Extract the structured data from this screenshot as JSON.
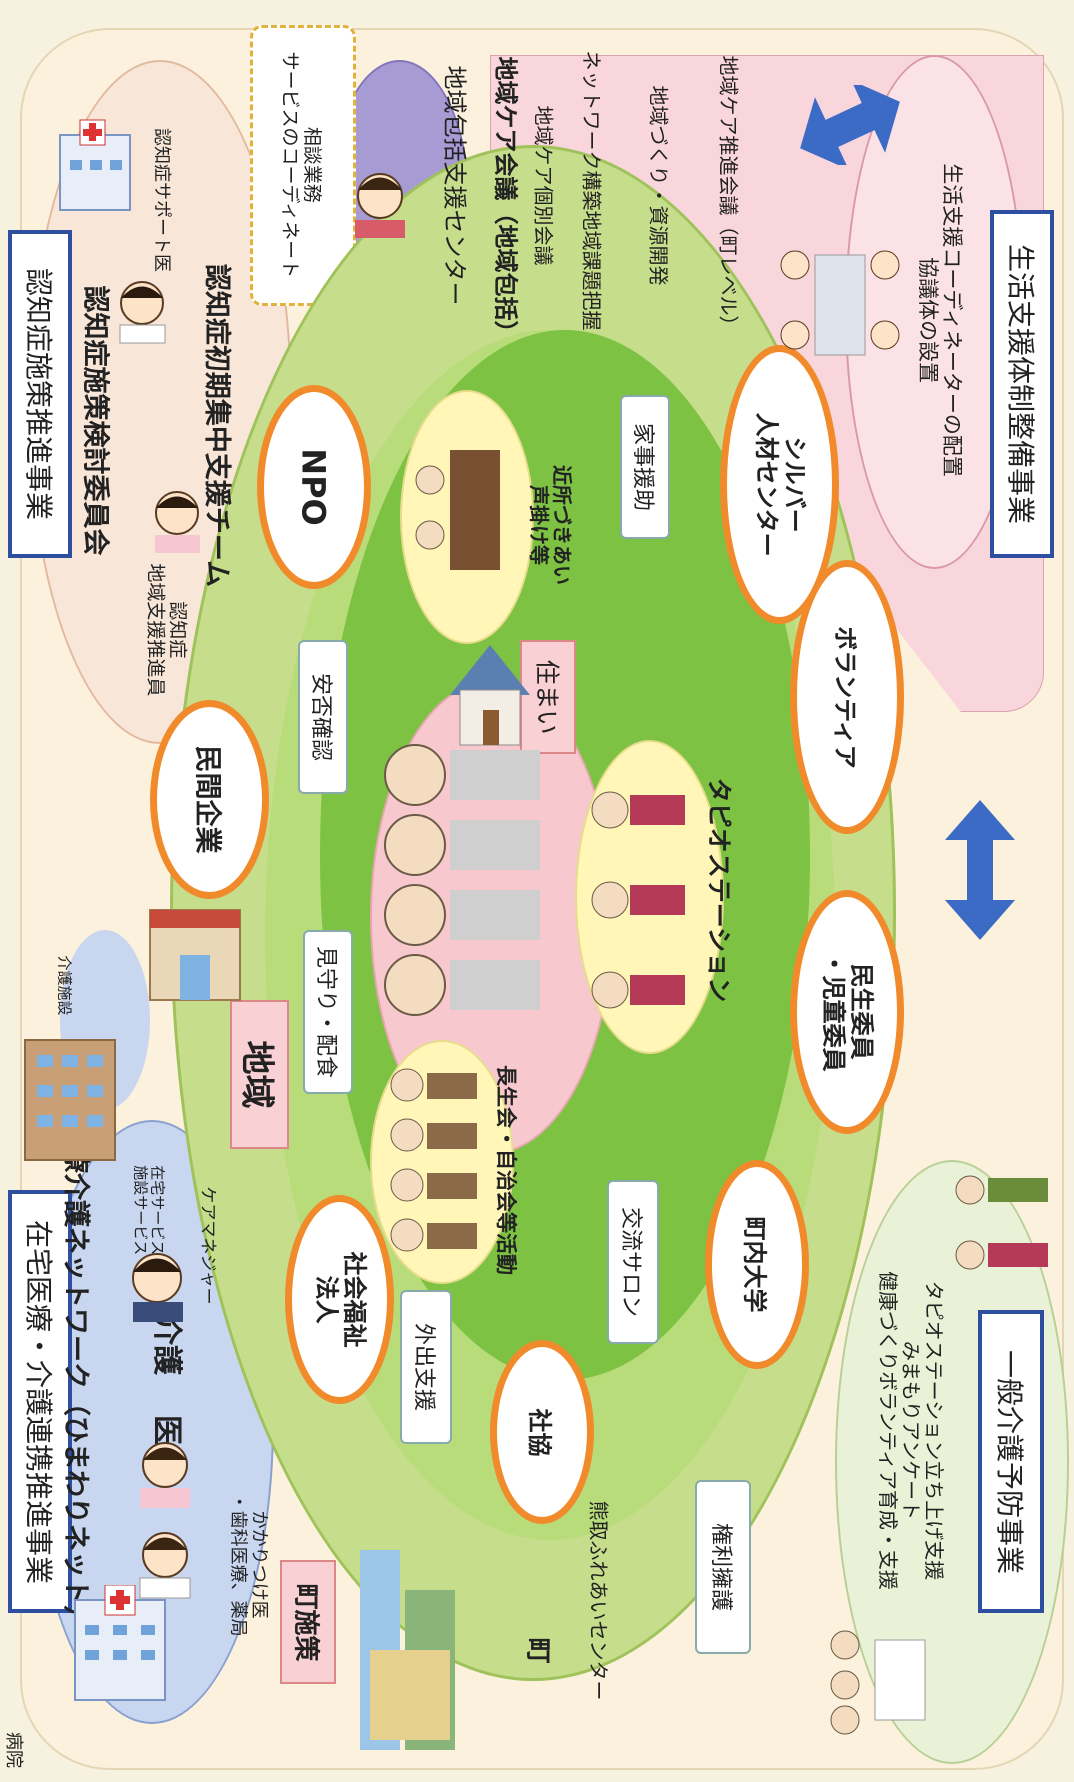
{
  "colors": {
    "background": "#f7f1df",
    "outer_panel": "#fbf1dc",
    "outer_ring": "#c6dd8c",
    "middle_ring": "#b9dc7a",
    "inner_ring": "#7dc243",
    "center_pink": "#f7c9cf",
    "accent_orange": "#f08a2a",
    "accent_blue": "#2e4fa0",
    "dementia_region": "#f8e6d8",
    "medical_region": "#c9d6f0",
    "support_region": "#f9d5dc",
    "care_region": "#e9f2d6"
  },
  "labels": {
    "medical_care_project": "在宅医療・介護連携推進事業",
    "medical_network": "医療介護ネットワーク（ひまわりネット）",
    "medical": "医療",
    "care": "介護",
    "care_manager": "ケアマネジャー",
    "home_services": "在宅サービス\n施設サービス",
    "doctors": "かかりつけ医\n・歯科医療、薬局",
    "hospital": "病院",
    "care_facility": "介護施設",
    "town_policy": "町施策",
    "town": "町",
    "kumatori_center": "熊取ふれあいセンター",
    "rights": "権利擁護",
    "dementia_project": "認知症施策推進事業",
    "dementia_committee": "認知症施策検討委員会",
    "dementia_support_doctor": "認知症サポート医",
    "dementia_team": "認知症初期集中支援チーム",
    "dementia_promoter": "認知症\n地域支援推進員",
    "consultation": "相談業務\nサービスのコーディネート",
    "comprehensive_center": "地域包括支援センター",
    "community_meeting": "地域ケア会議（地域包括）",
    "individual_meeting": "地域ケア個別会議",
    "network_building": "ネットワーク構築地域課題把握",
    "community_building": "地域づくり・資源開発",
    "promotion_meeting": "地域ケア推進会議（町レベル）",
    "support_project": "生活支援体制整備事業",
    "coordinator": "生活支援コーディネーターの配置\n協議体の設置",
    "prevention_project": "一般介護予防事業",
    "prevention_items": "タピオステーション立ち上げ支援\nみまもりアンケート\n健康づくりボランティア育成・支援",
    "region": "地域",
    "private_company": "民間企業",
    "npo": "NPO",
    "social_welfare": "社会福祉\n法人",
    "shakyo": "社協",
    "town_university": "町内大学",
    "welfare_commissioner": "民生委員\n・児童委員",
    "volunteer": "ボランティア",
    "silver_center": "シルバー\n人材センター",
    "housing": "住まい",
    "neighbors": "近所づきあい\n声掛け等",
    "elders_club": "長生会・自治会等活動",
    "tapio_station": "タピオステーション",
    "safety_check": "安否確認",
    "watch_meal": "見守り・配食",
    "outing_support": "外出支援",
    "salon": "交流サロン",
    "housework": "家事援助"
  },
  "icons": [
    "hospital-icon",
    "building-icon",
    "doctor-icon",
    "nurse-icon",
    "house-icon",
    "elderly-group-icon",
    "double-arrow-icon",
    "meeting-people-icon",
    "consultant-icon",
    "exercise-people-icon",
    "walking-elderly-icon",
    "city-icon"
  ]
}
